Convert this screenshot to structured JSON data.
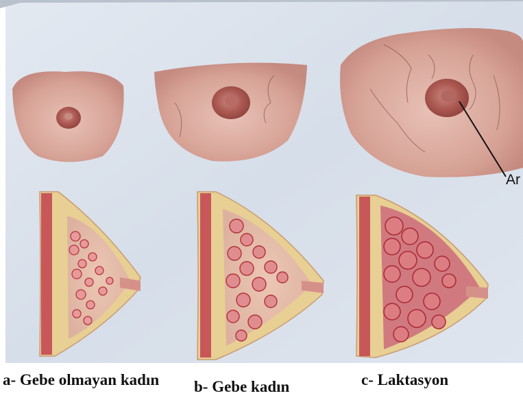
{
  "captions": {
    "a": "a- Gebe olmayan kadın",
    "b": "b- Gebe kadın",
    "c": "c- Laktasyon"
  },
  "pointer_label": "Ar",
  "colors": {
    "photo_bg": "#d9e1ec",
    "skin": "#d9a59a",
    "areola": "#a3524d",
    "gland": "#c4484f",
    "fat": "#e8cf94",
    "muscle": "#c8575a"
  }
}
